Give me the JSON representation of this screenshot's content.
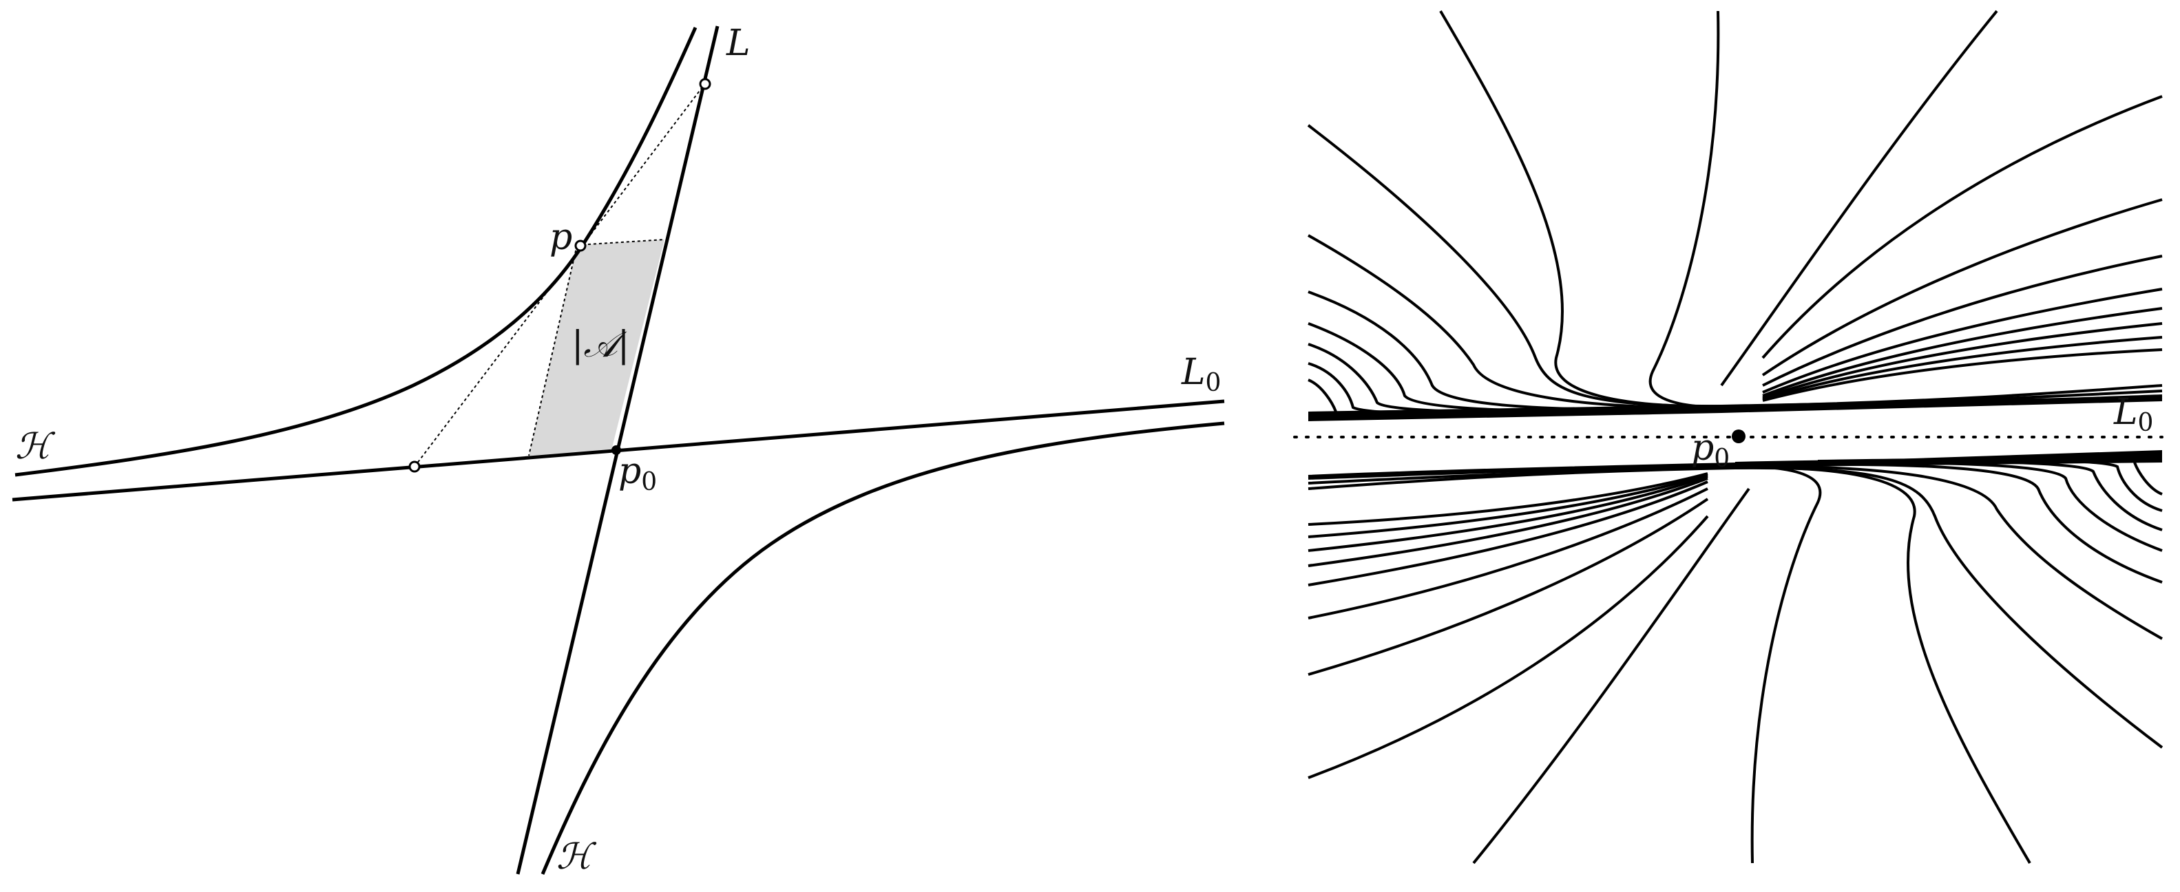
{
  "left_panel": {
    "labels": {
      "H_top": "ℋ",
      "H_bottom": "ℋ",
      "L": "L",
      "L0_base": "L",
      "L0_sub": "0",
      "p": "p",
      "p0_base": "p",
      "p0_sub": "0",
      "area": "|𝒜|"
    },
    "colors": {
      "curve": "#000000",
      "shaded_region": "#d9d9d9",
      "dotted": "#000000"
    }
  },
  "right_panel": {
    "labels": {
      "L0_base": "L",
      "L0_sub": "0",
      "p0_base": "p",
      "p0_sub": "0"
    },
    "colors": {
      "curve": "#000000"
    }
  }
}
